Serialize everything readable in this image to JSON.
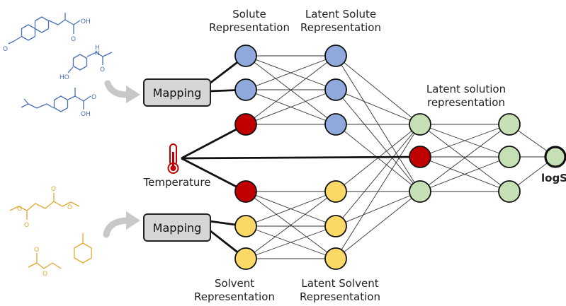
{
  "labels": {
    "solute_rep": [
      "Solute",
      "Representation"
    ],
    "latent_solute_rep": [
      "Latent Solute",
      "Representation"
    ],
    "latent_solution_rep": [
      "Latent solution",
      "representation"
    ],
    "solvent_rep": [
      "Solvent",
      "Representation"
    ],
    "latent_solvent_rep": [
      "Latent Solvent",
      "Representation"
    ],
    "temperature": "Temperature",
    "output": "logS",
    "mapping_top": "Mapping",
    "mapping_bottom": "Mapping"
  },
  "molecule_labels": {
    "oh": "OH",
    "o": "O",
    "ho": "HO",
    "nh": "H\nN"
  },
  "colors": {
    "solute": "#8fa9dc",
    "solvent": "#fbd966",
    "temperature": "#c00000",
    "latent_solution": "#c5e0b4",
    "output": "#c5e0b4",
    "solute_mol": "#4a6fb5",
    "solvent_mol": "#e0a82e",
    "edge": "#333333"
  }
}
